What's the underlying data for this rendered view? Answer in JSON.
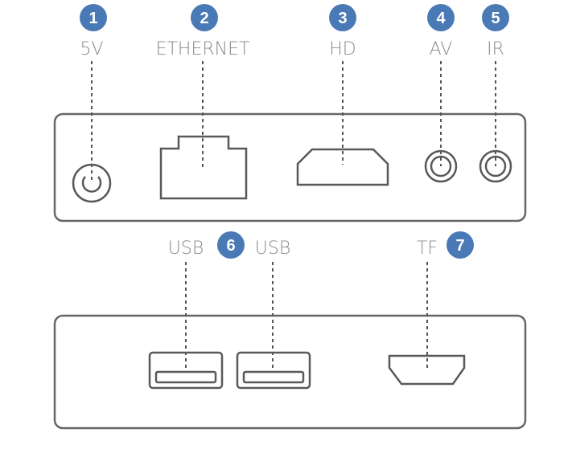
{
  "top_panel": {
    "ports": [
      {
        "number": "1",
        "label": "5V"
      },
      {
        "number": "2",
        "label": "ETHERNET"
      },
      {
        "number": "3",
        "label": "HD"
      },
      {
        "number": "4",
        "label": "AV"
      },
      {
        "number": "5",
        "label": "IR"
      }
    ]
  },
  "bottom_panel": {
    "usb_label_left": "USB",
    "usb_badge": "6",
    "usb_label_right": "USB",
    "tf_label": "TF",
    "tf_badge": "7"
  },
  "colors": {
    "badge": "#4a7ab5",
    "outline": "#666666",
    "label": "#8a8a8a"
  }
}
